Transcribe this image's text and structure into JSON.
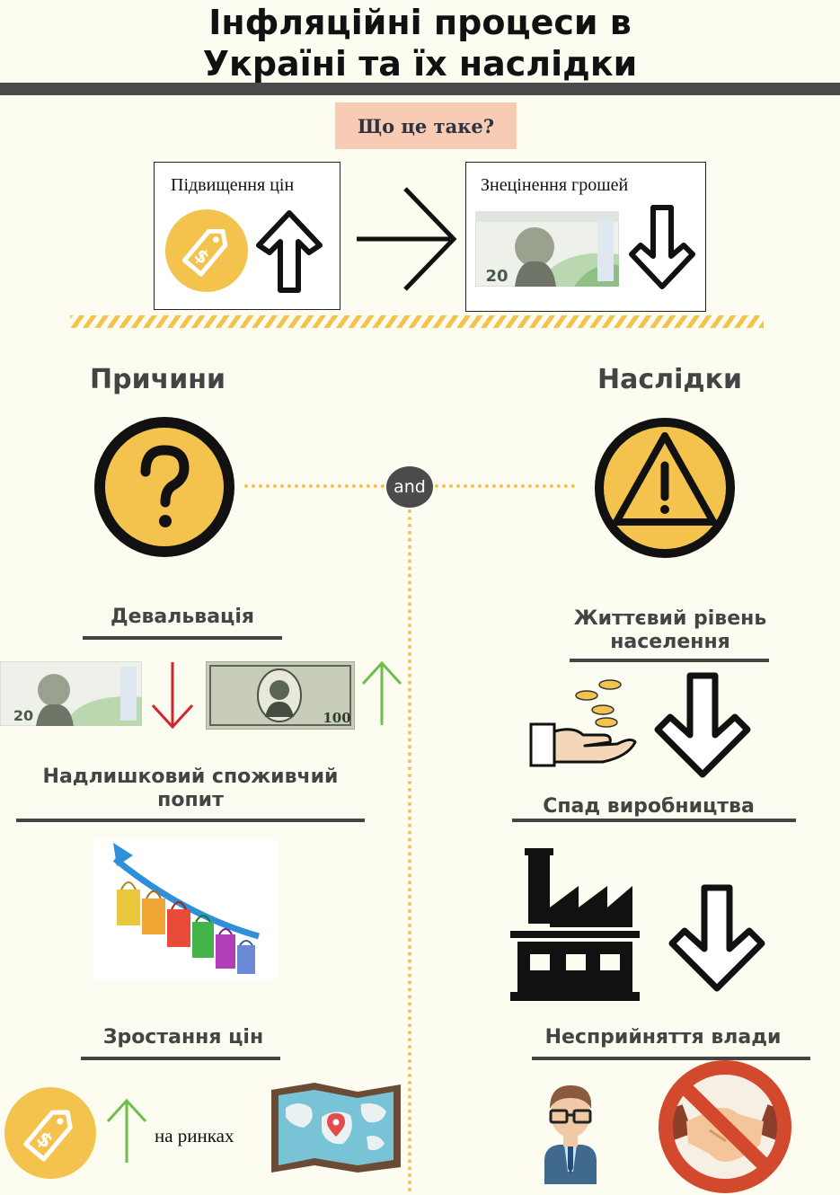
{
  "header": {
    "title_line1": "Інфляційні процеси в",
    "title_line2": "Україні та їх наслідки"
  },
  "definition": {
    "question": "Що це таке?",
    "left_box_label": "Підвищення цін",
    "right_box_label": "Знецінення грошей",
    "banknote_value": "20"
  },
  "causes": {
    "heading": "Причини",
    "devaluation": "Девальвація",
    "excess_demand_line1": "Надлишковий споживчий",
    "excess_demand_line2": "попит",
    "price_growth": "Зростання цін",
    "markets": "на ринках",
    "dollar_value": "100"
  },
  "connector": {
    "label": "and"
  },
  "consequences": {
    "heading": "Наслідки",
    "living_standard_line1": "Життєвий рівень",
    "living_standard_line2": "населення",
    "production_decline": "Спад виробництва",
    "power_rejection": "Несприйняття влади"
  },
  "colors": {
    "background": "#fdfcf1",
    "accent_yellow": "#f3c34d",
    "dark_gray": "#4b4b4b",
    "pink": "#f8cbb4",
    "down_red": "#d0262b",
    "up_green": "#6cc04a",
    "ban_red": "#d2492d"
  },
  "icons": [
    "price-tag-icon",
    "arrow-up-icon",
    "arrow-right-icon",
    "banknote-icon",
    "arrow-down-icon",
    "question-icon",
    "warning-icon",
    "dollar-banknote-icon",
    "shopping-bags-chart-icon",
    "hand-coins-icon",
    "factory-icon",
    "map-icon",
    "person-icon",
    "no-handshake-icon"
  ]
}
